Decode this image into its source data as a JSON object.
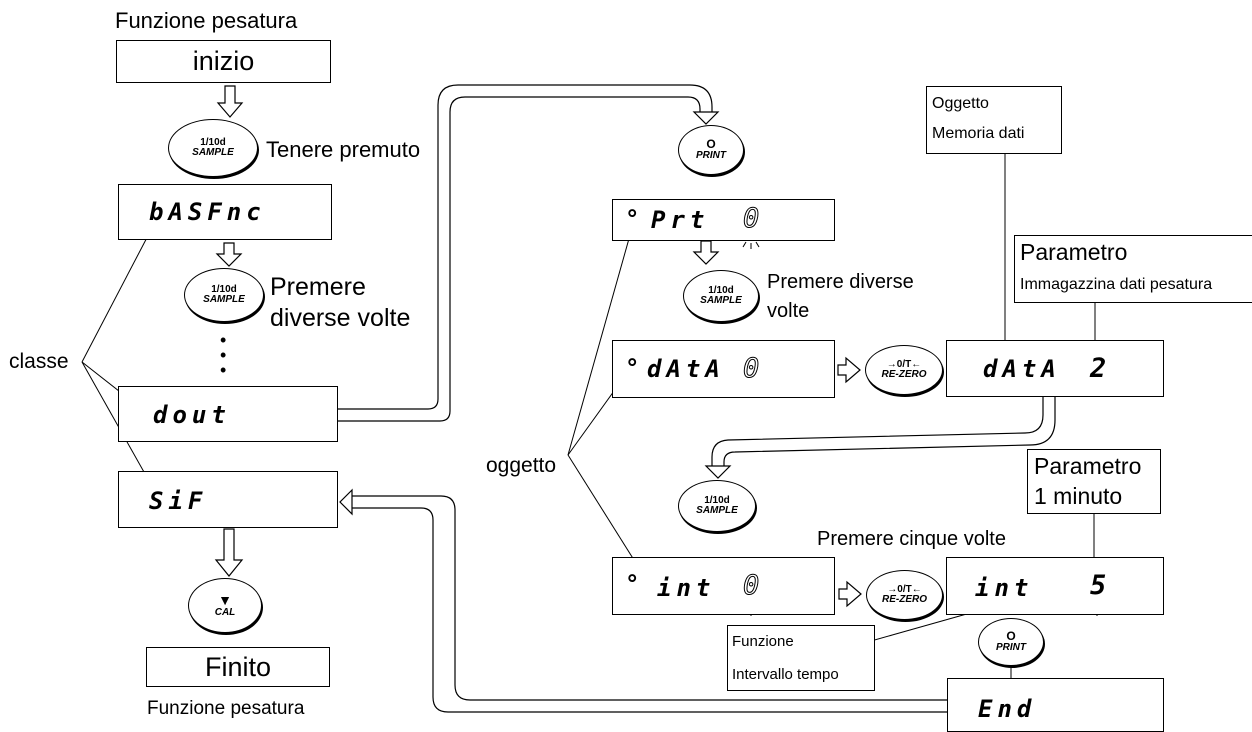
{
  "top_caption": "Funzione pesatura",
  "start_label": "inizio",
  "end_label": "Finito",
  "bottom_caption": "Funzione pesatura",
  "hold_label": "Tenere premuto",
  "press_repeat_left": [
    "Premere",
    "diverse volte"
  ],
  "press_repeat_right": [
    "Premere diverse",
    "volte"
  ],
  "press_five": "Premere cinque volte",
  "class_label": "classe",
  "item_label": "oggetto",
  "ellipsis": [
    "•",
    "•",
    "•"
  ],
  "keys": {
    "sample": [
      "1/10d",
      "SAMPLE"
    ],
    "print": [
      "O",
      "PRINT"
    ],
    "rezero": [
      "→0/T←",
      "RE-ZERO"
    ],
    "cal": [
      "▼",
      "CAL"
    ]
  },
  "displays": {
    "basfnc": "bASFnc",
    "dout": "dout",
    "sif": "SiF",
    "prt": "Prt",
    "data": "dAtA",
    "int": "int",
    "data_param": "dAtA",
    "int_param": "int",
    "end": "End",
    "prt_value": "0",
    "data_value": "0",
    "int_value": "0",
    "data_param_value": "2",
    "int_param_value": "5",
    "item_marker": "°"
  },
  "callouts": {
    "oggetto_mem": [
      "Oggetto",
      "Memoria dati"
    ],
    "param_storage": [
      "Parametro",
      "Immagazzina dati pesatura"
    ],
    "param_minute": [
      "Parametro",
      "1 minuto"
    ],
    "function_interval": [
      "Funzione",
      "Intervallo tempo"
    ]
  }
}
